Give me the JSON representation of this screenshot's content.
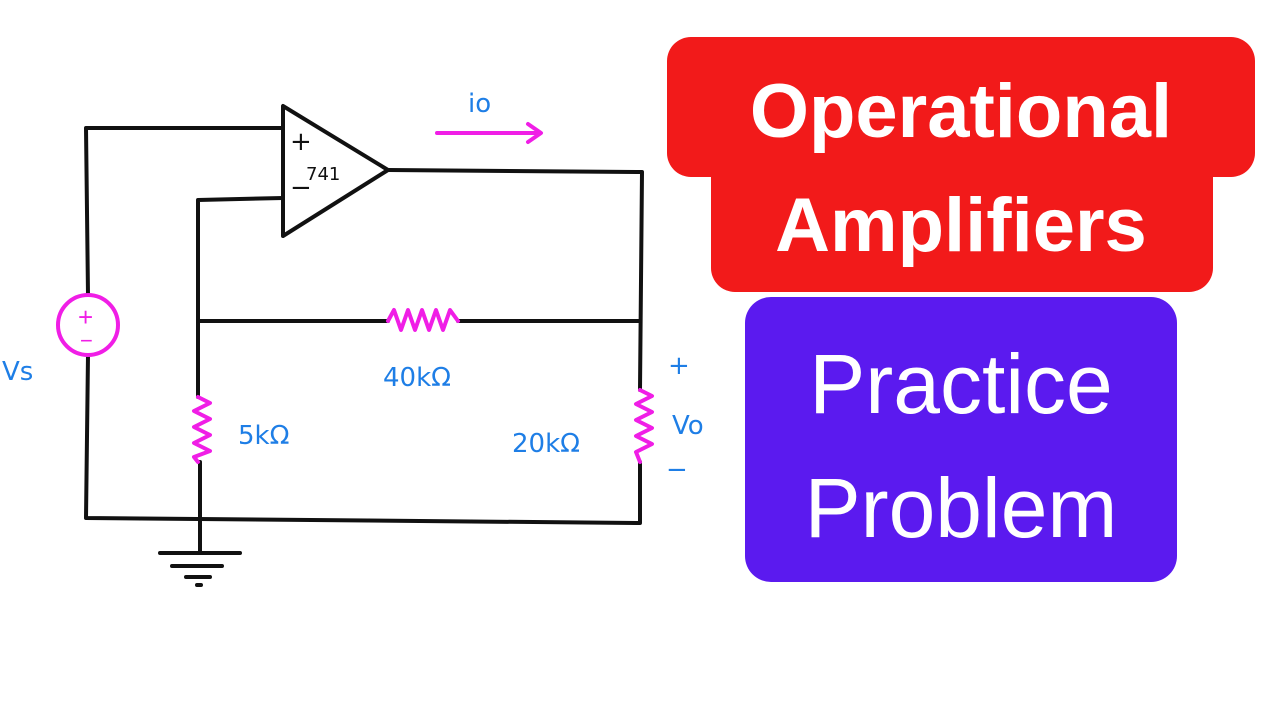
{
  "circuit": {
    "current_label": "io",
    "opamp_label": "741",
    "opamp_plus": "+",
    "opamp_minus": "−",
    "source_label": "Vs",
    "source_plus": "+",
    "source_minus": "−",
    "r_feedback": "40kΩ",
    "r_ground": "5kΩ",
    "r_load": "20kΩ",
    "vo_plus": "+",
    "vo_label": "Vo",
    "vo_minus": "−"
  },
  "title": {
    "line1": "Operational",
    "line2": "Amplifiers"
  },
  "subtitle": {
    "line1": "Practice",
    "line2": "Problem"
  },
  "colors": {
    "title_bg": "#f21a1a",
    "subtitle_bg": "#5b1aef",
    "component": "#f01ee6",
    "label": "#1e7ee6"
  }
}
